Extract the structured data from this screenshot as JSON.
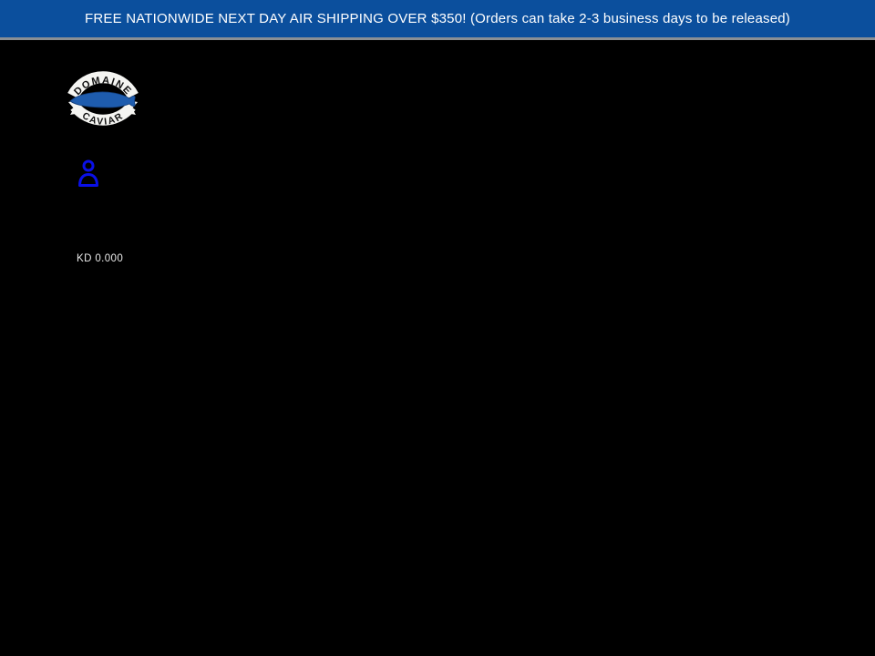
{
  "announcement_bar": {
    "text": "FREE NATIONWIDE NEXT DAY AIR SHIPPING OVER $350! (Orders can take 2-3 business days to be released)"
  },
  "header": {
    "logo": {
      "brand_top": "DOMAINE",
      "brand_bottom": "CAVIAR"
    },
    "cart": {
      "total": "KD 0.000"
    }
  },
  "theme": {
    "banner-bg": "#0b4f9d",
    "banner-text": "#ffffff",
    "page-bg": "#000000",
    "separator": "#8a8f94",
    "icon-blue": "#0a10e6",
    "fish-blue": "#1e5cae",
    "ribbon-white": "#f5f5f2",
    "logo-text": "#111111",
    "price-text": "#e9e9e9"
  }
}
